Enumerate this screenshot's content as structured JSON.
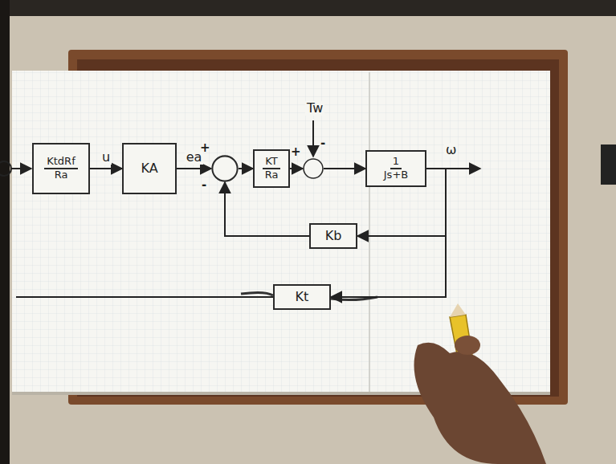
{
  "diagram": {
    "nodes": [
      {
        "text": [
          "KtdRf",
          "Ra"
        ]
      },
      {
        "text": [
          "KA"
        ]
      },
      {
        "text": [
          "+",
          "-"
        ]
      },
      {
        "text": [
          "KT",
          "Ra"
        ]
      },
      {
        "text": [
          "+",
          "-"
        ]
      },
      {
        "text": [
          "1",
          "Js+B"
        ]
      },
      {
        "text": [
          "Kb"
        ]
      },
      {
        "text": [
          "Kt"
        ]
      }
    ],
    "edges": [
      {
        "from": 0,
        "to": 1,
        "arrow": "to",
        "label": "u"
      },
      {
        "from": 1,
        "to": 2,
        "arrow": "to",
        "label": "ea"
      },
      {
        "from": 2,
        "to": 3,
        "arrow": "to"
      },
      {
        "from": 3,
        "to": 4,
        "arrow": "to"
      },
      {
        "from": 4,
        "to": 5,
        "arrow": "to"
      },
      {
        "from": 5,
        "to": 6,
        "arrow": "to"
      },
      {
        "from": 6,
        "to": 2,
        "arrow": "to"
      },
      {
        "from": 5,
        "to": 7,
        "arrow": "to"
      }
    ],
    "labels": [
      "Tw",
      "ω"
    ]
  }
}
